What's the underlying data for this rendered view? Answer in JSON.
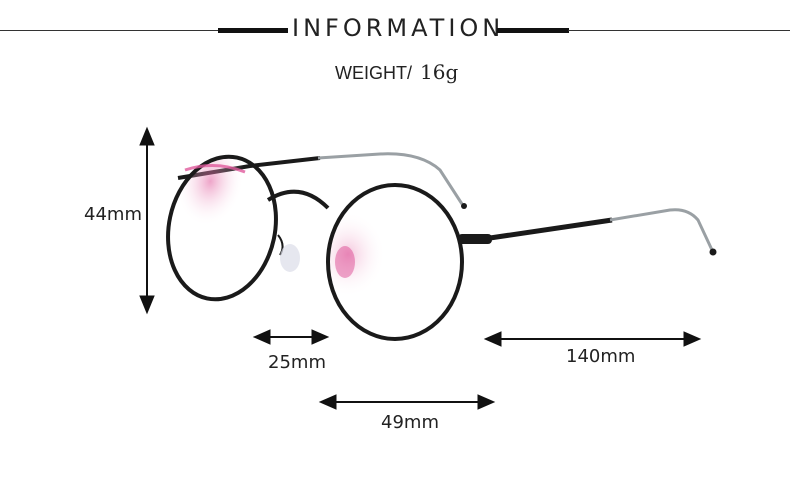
{
  "header": {
    "title": "INFORMATION"
  },
  "weight": {
    "label": "WEIGHT/",
    "value": "16g"
  },
  "dimensions": {
    "lens_height": "44mm",
    "bridge_width": "25mm",
    "lens_width": "49mm",
    "temple_length": "140mm"
  },
  "colors": {
    "frame": "#1a1a1a",
    "lens_tint": "#e05a9c",
    "line": "#111111"
  }
}
